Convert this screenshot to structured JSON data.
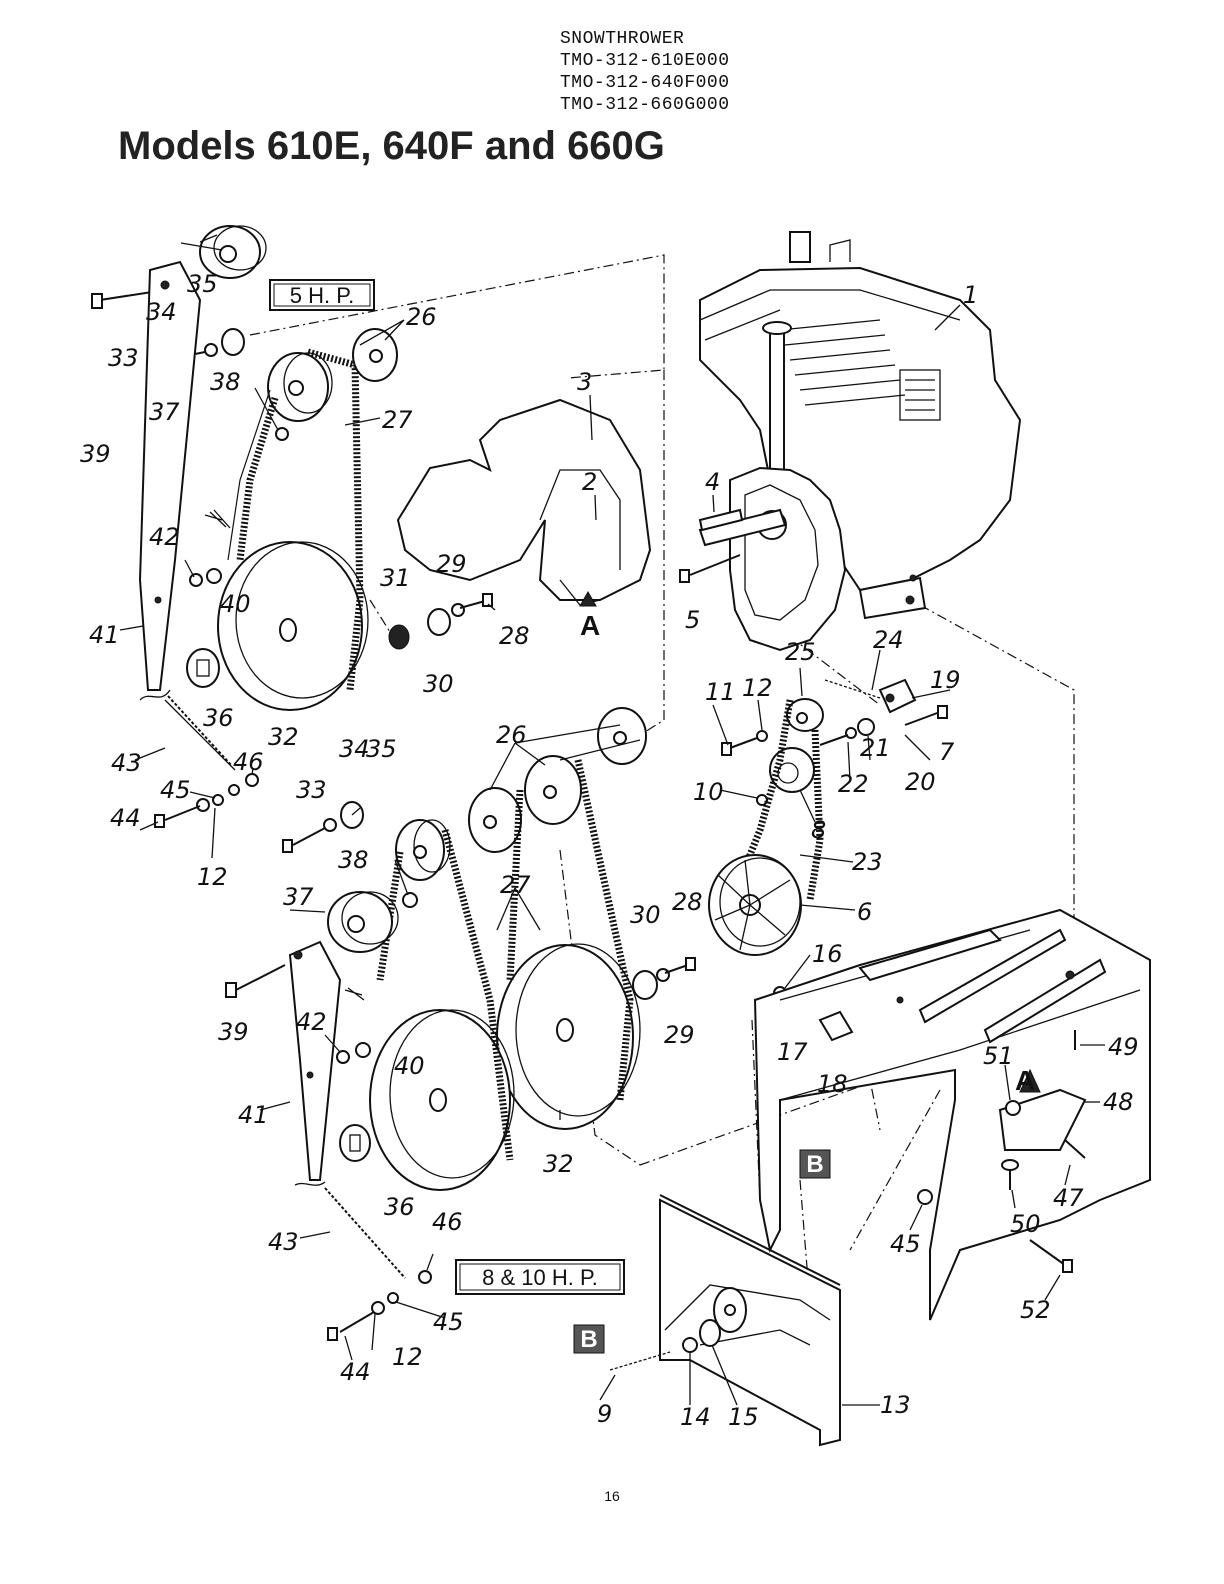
{
  "header": {
    "product": "SNOWTHROWER",
    "codes": [
      "TMO-312-610E000",
      "TMO-312-640F000",
      "TMO-312-660G000"
    ]
  },
  "title": "Models 610E, 640F and 660G",
  "boxes": {
    "hp5": "5 H. P.",
    "hp8_10": "8 & 10 H. P."
  },
  "ref_letters": {
    "a": "A",
    "b": "B"
  },
  "labels": {
    "l1": "1",
    "l2": "2",
    "l3": "3",
    "l4": "4",
    "l5": "5",
    "l6": "6",
    "l7": "7",
    "l8": "8",
    "l9": "9",
    "l10": "10",
    "l11": "11",
    "l12a": "12",
    "l12b": "12",
    "l12c": "12",
    "l13": "13",
    "l14": "14",
    "l15": "15",
    "l16": "16",
    "l17": "17",
    "l18": "18",
    "l19": "19",
    "l20": "20",
    "l21": "21",
    "l22": "22",
    "l23": "23",
    "l24": "24",
    "l25": "25",
    "l26a": "26",
    "l26b": "26",
    "l27a": "27",
    "l27b": "27",
    "l28a": "28",
    "l28b": "28",
    "l29a": "29",
    "l29b": "29",
    "l30a": "30",
    "l30b": "30",
    "l31": "31",
    "l32a": "32",
    "l32b": "32",
    "l33a": "33",
    "l33b": "33",
    "l34a": "34",
    "l34b": "34",
    "l35a": "35",
    "l35b": "35",
    "l36a": "36",
    "l36b": "36",
    "l37a": "37",
    "l37b": "37",
    "l38a": "38",
    "l38b": "38",
    "l39a": "39",
    "l39b": "39",
    "l40a": "40",
    "l40b": "40",
    "l41a": "41",
    "l41b": "41",
    "l42a": "42",
    "l42b": "42",
    "l43a": "43",
    "l43b": "43",
    "l44a": "44",
    "l44b": "44",
    "l45a": "45",
    "l45b": "45",
    "l45c": "45",
    "l46a": "46",
    "l46b": "46",
    "l47": "47",
    "l48": "48",
    "l49": "49",
    "l50": "50",
    "l51": "51",
    "l52": "52"
  },
  "page_number": "16"
}
